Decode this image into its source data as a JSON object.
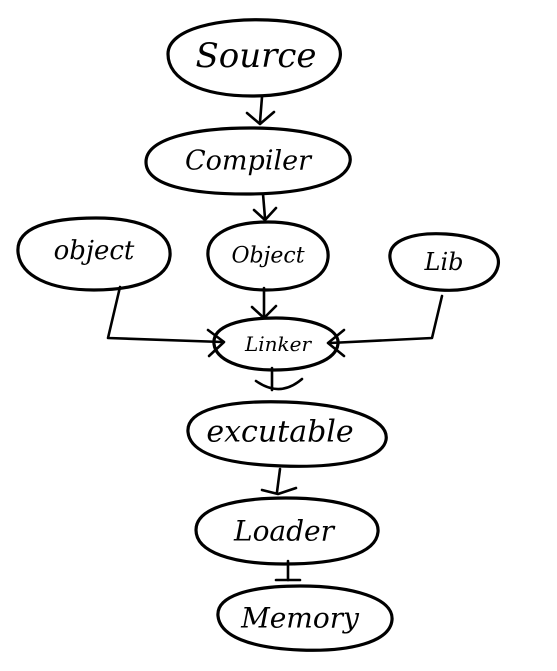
{
  "diagram": {
    "type": "flowchart",
    "style": "hand-drawn",
    "colors": {
      "background": "#ffffff",
      "ink": "#000000"
    },
    "nodes": {
      "source": {
        "label": "Source",
        "shape": "ellipse"
      },
      "compiler": {
        "label": "Compiler",
        "shape": "ellipse"
      },
      "object_left": {
        "label": "object",
        "shape": "ellipse"
      },
      "object_center": {
        "label": "Object",
        "shape": "ellipse"
      },
      "lib": {
        "label": "Lib",
        "shape": "ellipse"
      },
      "linker": {
        "label": "Linker",
        "shape": "ellipse"
      },
      "executable": {
        "label": "excutable",
        "shape": "ellipse"
      },
      "loader": {
        "label": "Loader",
        "shape": "ellipse"
      },
      "memory": {
        "label": "Memory",
        "shape": "ellipse"
      }
    },
    "edges": [
      {
        "from": "source",
        "to": "compiler"
      },
      {
        "from": "compiler",
        "to": "object_center"
      },
      {
        "from": "object_left",
        "to": "linker"
      },
      {
        "from": "object_center",
        "to": "linker"
      },
      {
        "from": "lib",
        "to": "linker"
      },
      {
        "from": "linker",
        "to": "executable"
      },
      {
        "from": "executable",
        "to": "loader"
      },
      {
        "from": "loader",
        "to": "memory"
      }
    ]
  }
}
